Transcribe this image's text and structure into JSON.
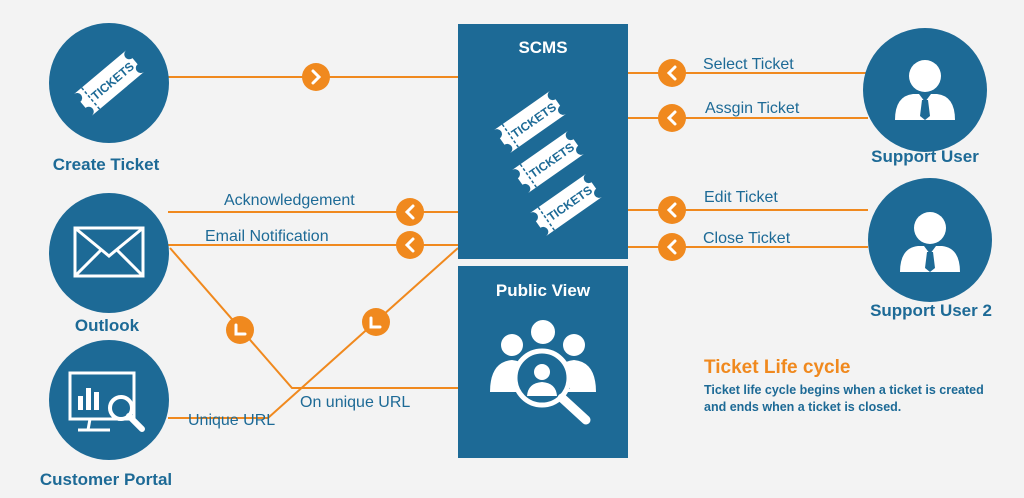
{
  "colors": {
    "primary": "#1d6a96",
    "accent": "#f0891e",
    "background": "#f3f3f3",
    "white": "#ffffff"
  },
  "nodes": {
    "create_ticket": {
      "label": "Create Ticket",
      "icon": "ticket-icon"
    },
    "outlook": {
      "label": "Outlook",
      "icon": "envelope-icon"
    },
    "customer_portal": {
      "label": "Customer Portal",
      "icon": "portal-search-icon"
    },
    "support_user": {
      "label": "Support User",
      "icon": "user-icon"
    },
    "support_user_2": {
      "label": "Support User 2",
      "icon": "user-icon"
    }
  },
  "boxes": {
    "scms": {
      "title": "SCMS",
      "ticket_text": "TICKETS"
    },
    "public_view": {
      "title": "Public View",
      "icon": "group-search-icon"
    }
  },
  "ticket_icon_text": "TICKETS",
  "flows": {
    "select_ticket": "Select Ticket",
    "assign_ticket": "Assgin Ticket",
    "edit_ticket": "Edit Ticket",
    "close_ticket": "Close Ticket",
    "acknowledgement": "Acknowledgement",
    "email_notification": "Email Notification",
    "unique_url": "Unique URL",
    "on_unique_url": "On unique URL"
  },
  "lifecycle": {
    "title": "Ticket Life cycle",
    "description": "Ticket life cycle begins when a ticket is created and ends when a ticket is closed."
  }
}
